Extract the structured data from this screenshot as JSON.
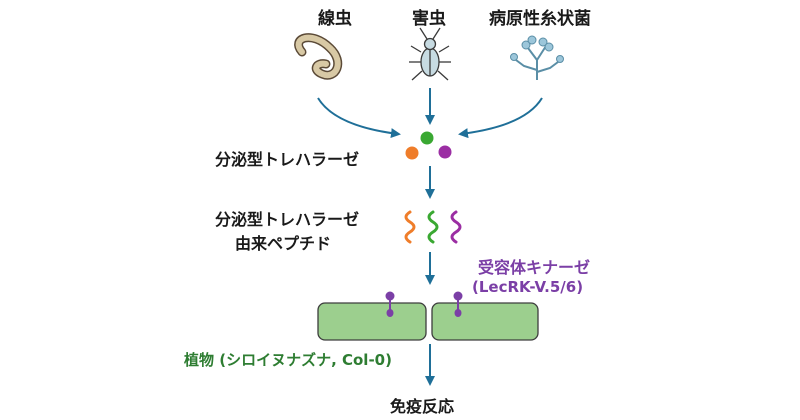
{
  "sources": [
    {
      "label": "線虫",
      "icon": "nematode-icon"
    },
    {
      "label": "害虫",
      "icon": "insect-icon"
    },
    {
      "label": "病原性糸状菌",
      "icon": "fungus-icon"
    }
  ],
  "trehalase_label": "分泌型トレハラーゼ",
  "peptide_label_line1": "分泌型トレハラーゼ",
  "peptide_label_line2": "由来ペプチド",
  "receptor_label_line1": "受容体キナーゼ",
  "receptor_label_line2": "(LecRK-V.5/6)",
  "plant_label": "植物 (シロイヌナズナ, Col-0)",
  "response_label": "免疫反応",
  "colors": {
    "arrow": "#1f6f98",
    "purple": "#7b3fa6",
    "green": "#2e7d32",
    "cell_fill": "#9ccf8e",
    "dot_green": "#3aa832",
    "dot_orange": "#ef7d2a",
    "dot_purple": "#9b2ea3"
  }
}
